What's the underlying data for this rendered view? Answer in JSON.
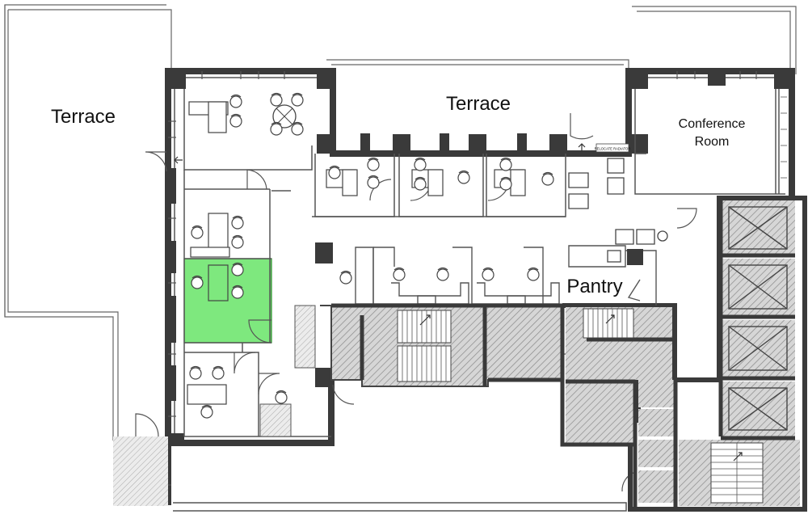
{
  "labels": {
    "terrace_left": "Terrace",
    "terrace_top": "Terrace",
    "conference_line1": "Conference",
    "conference_line2": "Room",
    "pantry": "Pantry",
    "relocate_radiator": "RELOCATE RADIATOR"
  },
  "colors": {
    "wall": "#3a3a3a",
    "highlight": "#7ee87e",
    "hatch": "#9a9a9a",
    "line": "#555555"
  }
}
